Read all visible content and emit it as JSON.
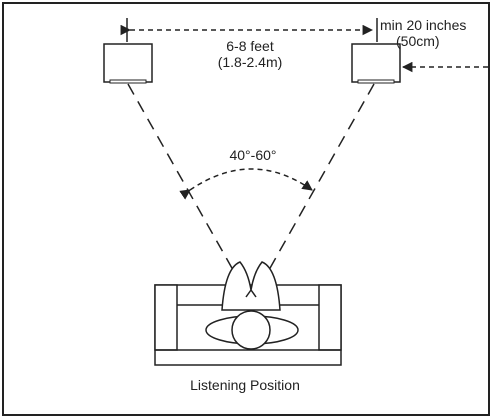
{
  "diagram": {
    "speaker_distance": {
      "line1": "6-8 feet",
      "line2": "(1.8-2.4m)"
    },
    "listening_angle": "40°-60°",
    "wall_clearance": {
      "line1": "min 20 inches",
      "line2": "(50cm)"
    },
    "listening_position_label": "Listening Position"
  }
}
